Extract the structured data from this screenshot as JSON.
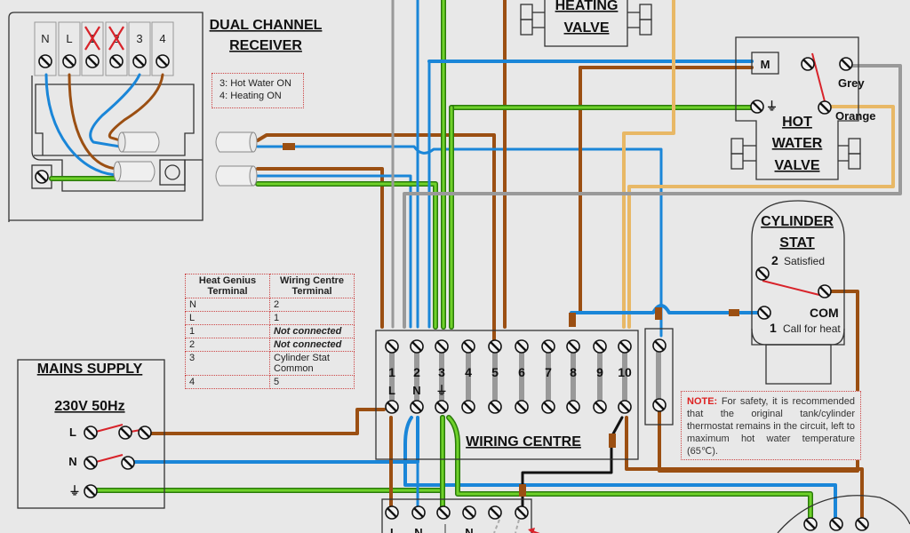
{
  "receiver": {
    "title_line1": "DUAL CHANNEL",
    "title_line2": "RECEIVER",
    "terminals": [
      {
        "label": "N",
        "crossed": false
      },
      {
        "label": "L",
        "crossed": false
      },
      {
        "label": "1",
        "crossed": true
      },
      {
        "label": "2",
        "crossed": true
      },
      {
        "label": "3",
        "crossed": false
      },
      {
        "label": "4",
        "crossed": false
      }
    ],
    "legend": [
      "3: Hot Water ON",
      "4: Heating ON"
    ]
  },
  "terminal_table": {
    "headers": [
      "Heat Genius Terminal",
      "Wiring Centre Terminal"
    ],
    "rows": [
      {
        "heat_genius": "N",
        "wiring_centre": "2",
        "not_connected": false
      },
      {
        "heat_genius": "L",
        "wiring_centre": "1",
        "not_connected": false
      },
      {
        "heat_genius": "1",
        "wiring_centre": "Not connected",
        "not_connected": true
      },
      {
        "heat_genius": "2",
        "wiring_centre": "Not connected",
        "not_connected": true
      },
      {
        "heat_genius": "3",
        "wiring_centre": "Cylinder Stat Common",
        "not_connected": false
      },
      {
        "heat_genius": "4",
        "wiring_centre": "5",
        "not_connected": false
      }
    ]
  },
  "mains": {
    "title": "MAINS SUPPLY",
    "spec": "230V 50Hz",
    "labels": [
      "L",
      "N",
      "⏚"
    ]
  },
  "wiring_centre": {
    "title": "WIRING CENTRE",
    "terminals": [
      "1",
      "2",
      "3",
      "4",
      "5",
      "6",
      "7",
      "8",
      "9",
      "10"
    ],
    "sub_labels": [
      "L",
      "N",
      "⏚"
    ]
  },
  "heating_valve": {
    "line1": "HEATING",
    "line2": "VALVE"
  },
  "hot_water_valve": {
    "line1": "HOT",
    "line2": "WATER",
    "line3": "VALVE",
    "motor": "M",
    "grey": "Grey",
    "orange": "Orange"
  },
  "cylinder_stat": {
    "line1": "CYLINDER",
    "line2": "STAT",
    "t2_num": "2",
    "t2_label": "Satisfied",
    "com": "COM",
    "t1_num": "1",
    "t1_label": "Call for heat"
  },
  "note": {
    "prefix": "NOTE:",
    "text": " For safety, it is recommended that the original tank/cylinder thermostat remains in the circuit, left to maximum hot water temperature (65℃)."
  },
  "boiler_block": {
    "labels": [
      "L",
      "N",
      "N"
    ]
  },
  "colors": {
    "brown": "#9b4f12",
    "blue": "#1a86d8",
    "green": "#6fd12a",
    "grey": "#999999",
    "orange": "#e8b866",
    "red": "#d8232a",
    "black": "#111111"
  }
}
